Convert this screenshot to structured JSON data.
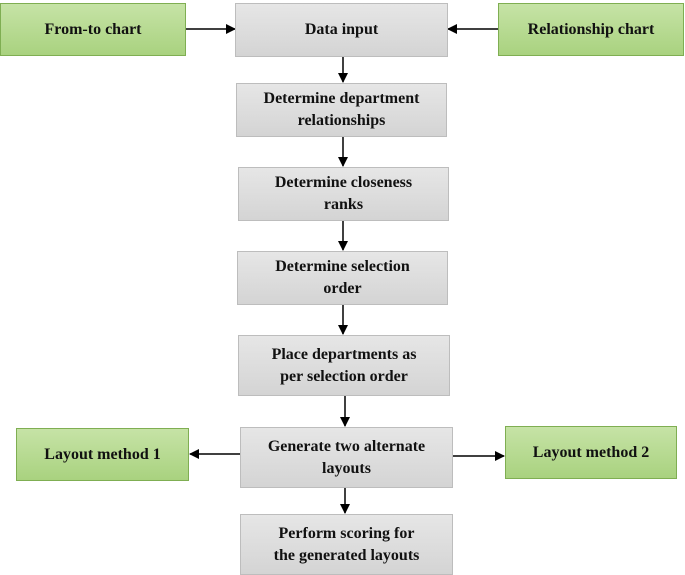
{
  "nodes": {
    "from_to_chart": "From-to chart",
    "relationship_chart": "Relationship chart",
    "data_input": "Data input",
    "determine_relationships": "Determine department\nrelationships",
    "determine_closeness": "Determine closeness\nranks",
    "determine_selection": "Determine selection\norder",
    "place_departments": "Place departments as\nper selection order",
    "generate_layouts": "Generate two alternate\nlayouts",
    "layout_method_1": "Layout method 1",
    "layout_method_2": "Layout method 2",
    "perform_scoring": "Perform scoring for\nthe generated layouts"
  },
  "colors": {
    "process_fill": "#d9d9d9",
    "input_fill": "#b5d98f",
    "input_border": "#7fae52",
    "arrow": "#000000"
  }
}
